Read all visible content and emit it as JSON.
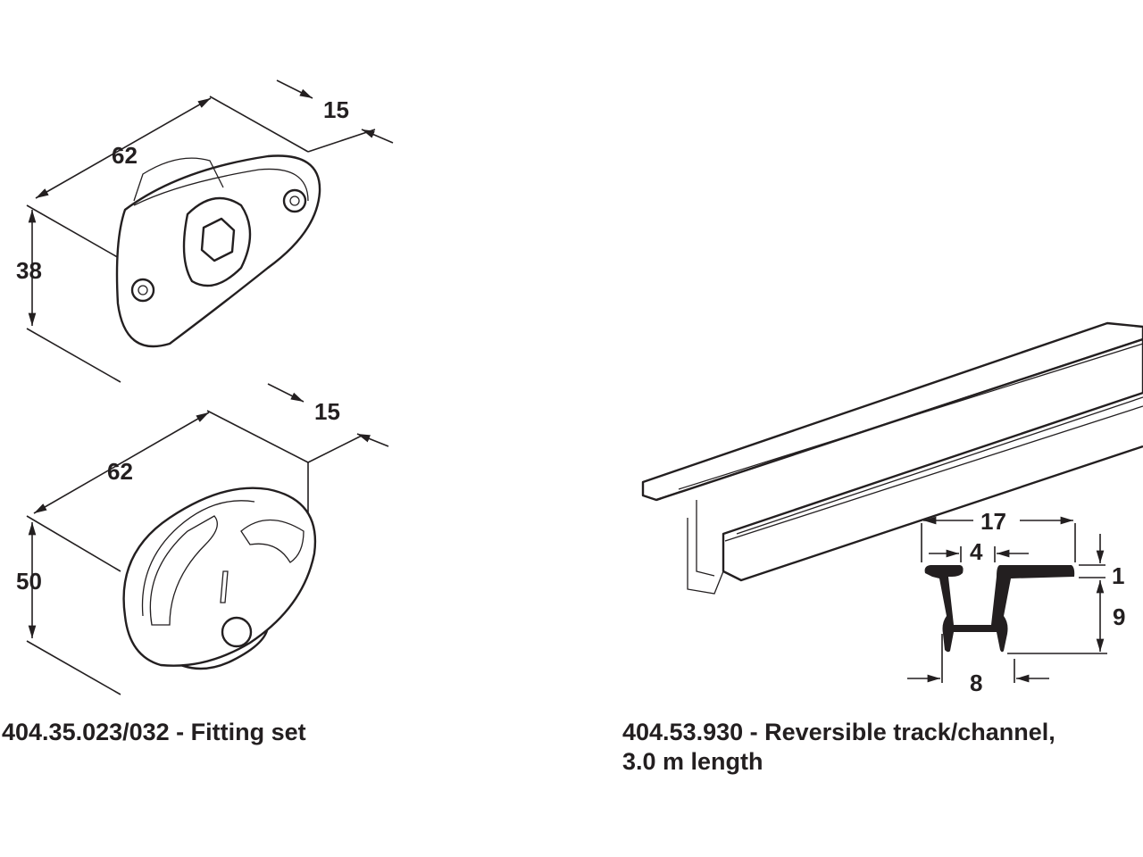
{
  "fitting_top": {
    "width": "62",
    "depth": "15",
    "height": "38"
  },
  "fitting_bottom": {
    "width": "62",
    "depth": "15",
    "height": "50"
  },
  "fitting_caption": "404.35.023/032 - Fitting set",
  "track_profile": {
    "overall_width": "17",
    "gap": "4",
    "flange": "1",
    "depth": "9",
    "channel_width": "8"
  },
  "track_caption_line1": "404.53.930 - Reversible track/channel,",
  "track_caption_line2": "3.0 m length",
  "colors": {
    "ink": "#231f20",
    "background": "#ffffff"
  }
}
